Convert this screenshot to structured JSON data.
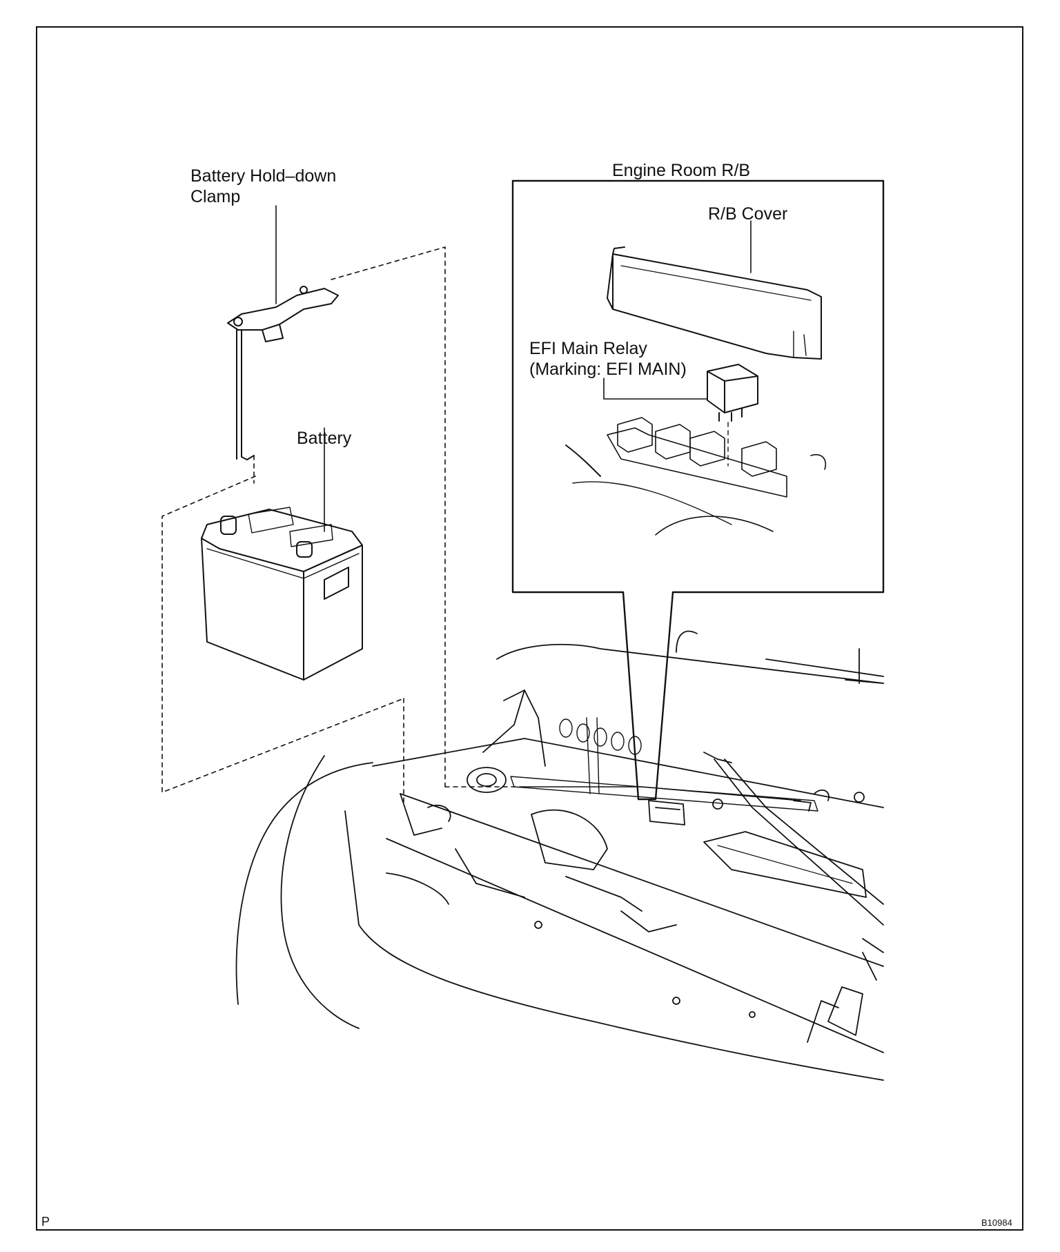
{
  "labels": {
    "clamp_line1": "Battery Hold–down",
    "clamp_line2": "Clamp",
    "battery": "Battery",
    "engine_room_rb": "Engine Room R/B",
    "rb_cover": "R/B Cover",
    "efi_line1": "EFI Main Relay",
    "efi_line2": "(Marking: EFI MAIN)"
  },
  "corner_code": "P",
  "figure_id": "B10984"
}
